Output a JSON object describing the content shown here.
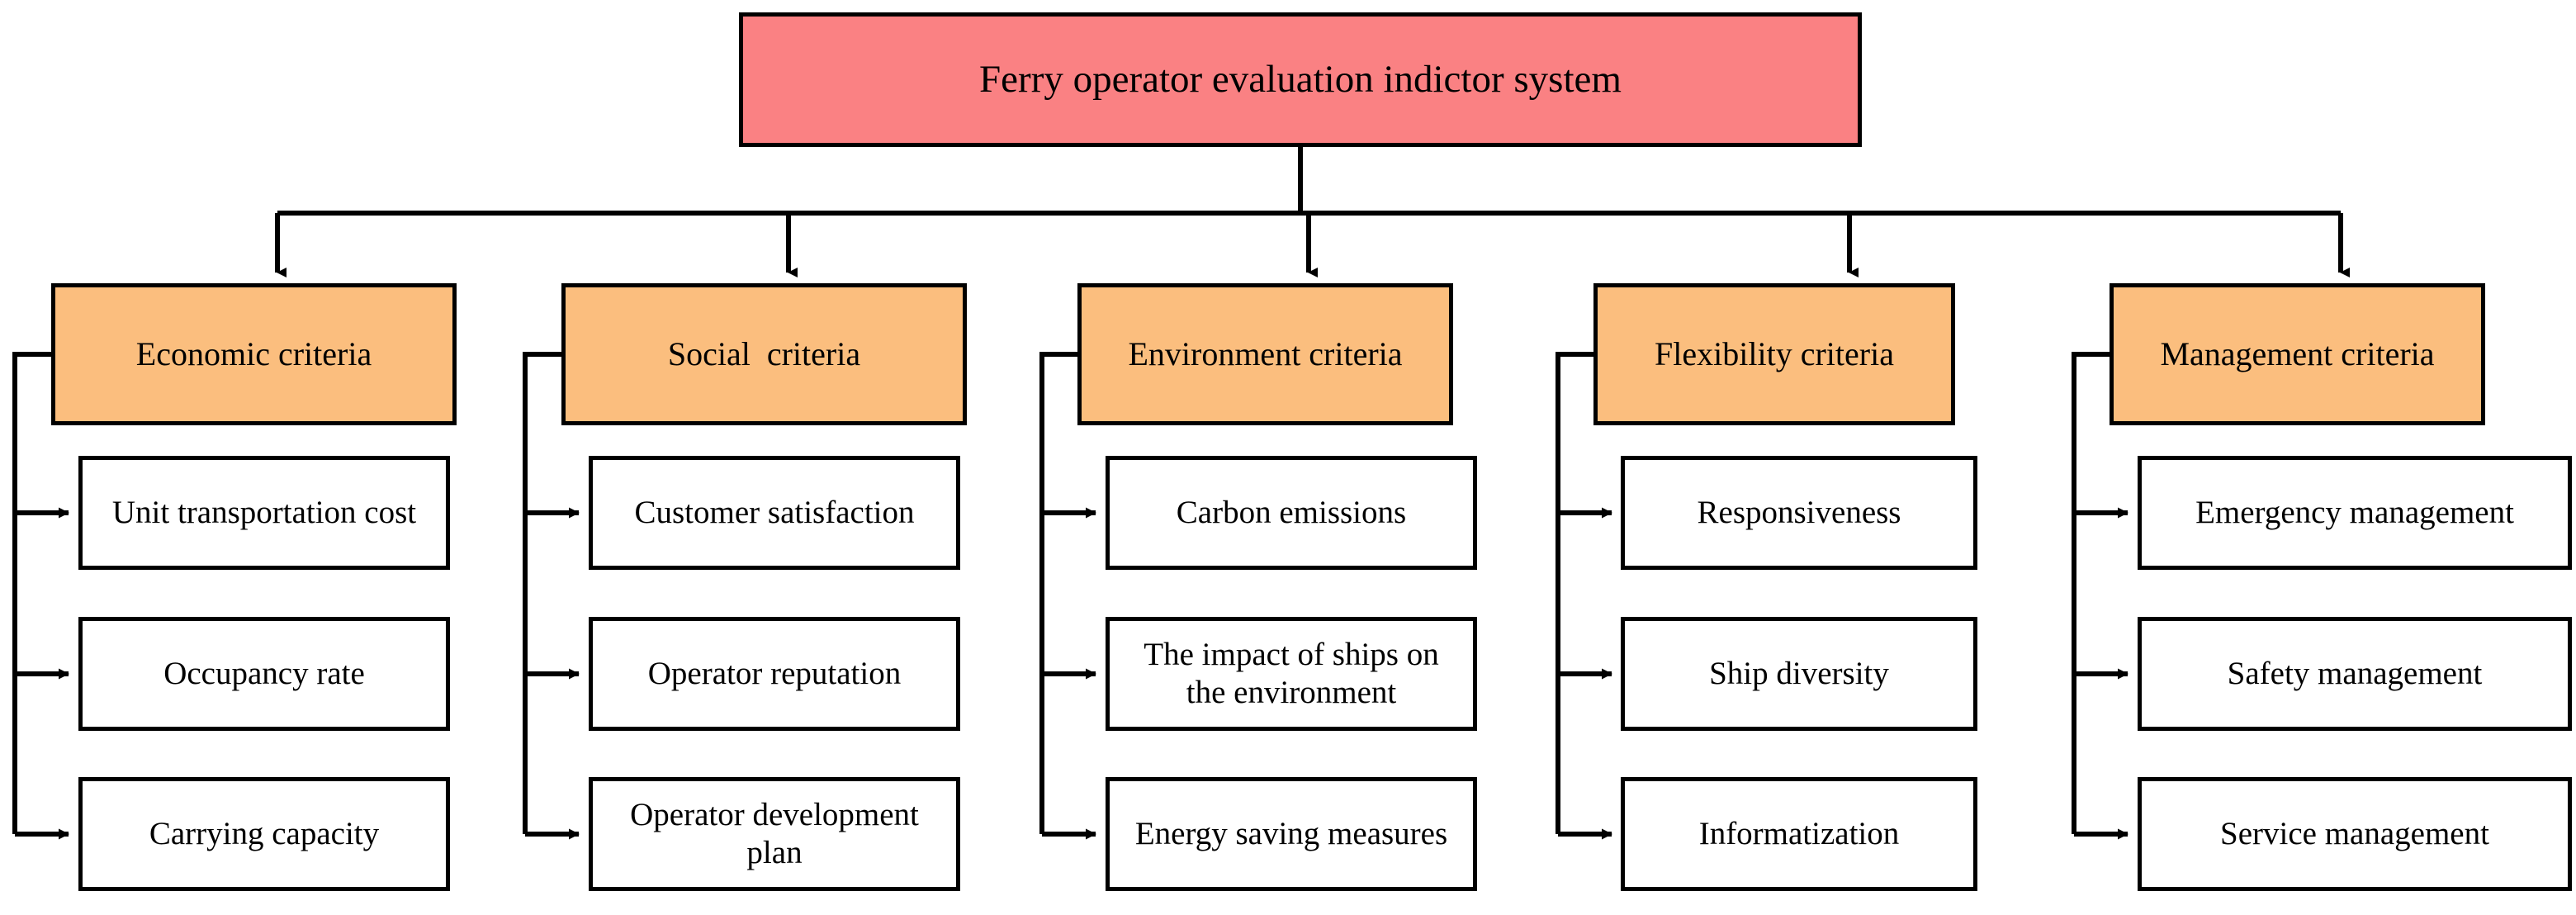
{
  "diagram": {
    "title_node": {
      "label": "Ferry operator evaluation indictor system",
      "color": "#fa8183"
    },
    "criteria_color": "#fbbe7e",
    "leaf_color": "#ffffff",
    "line_color": "#000000",
    "columns": [
      {
        "criteria": "Economic criteria",
        "children": [
          "Unit transportation cost",
          "Occupancy rate",
          "Carrying capacity"
        ]
      },
      {
        "criteria": "Social  criteria",
        "children": [
          "Customer satisfaction",
          "Operator reputation",
          "Operator development\nplan"
        ]
      },
      {
        "criteria": "Environment criteria",
        "children": [
          "Carbon emissions",
          "The impact of ships on\nthe environment",
          "Energy saving measures"
        ]
      },
      {
        "criteria": "Flexibility criteria",
        "children": [
          "Responsiveness",
          "Ship diversity",
          "Informatization"
        ]
      },
      {
        "criteria": "Management criteria",
        "children": [
          "Emergency management",
          "Safety management",
          "Service management"
        ]
      }
    ]
  }
}
